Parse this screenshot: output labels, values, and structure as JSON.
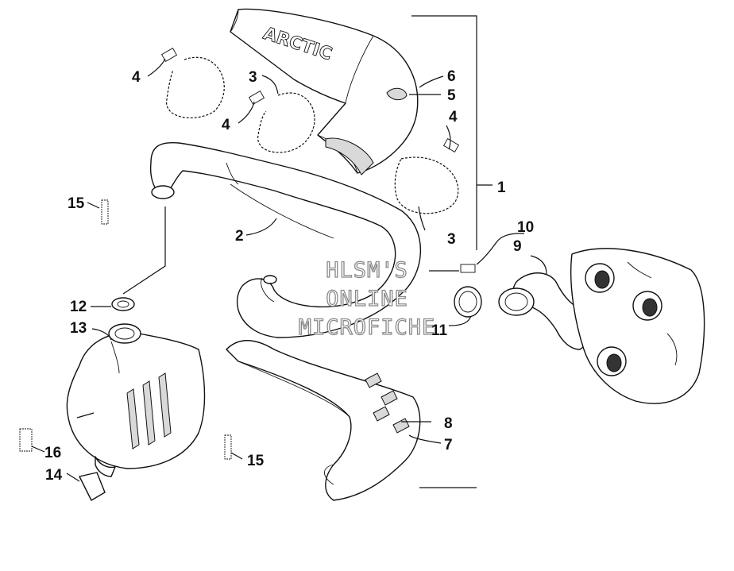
{
  "callouts": {
    "c1": "1",
    "c2": "2",
    "c3a": "3",
    "c3b": "3",
    "c4a": "4",
    "c4b": "4",
    "c4c": "4",
    "c5": "5",
    "c6": "6",
    "c7": "7",
    "c8": "8",
    "c9": "9",
    "c10": "10",
    "c11": "11",
    "c12": "12",
    "c13": "13",
    "c14": "14",
    "c15a": "15",
    "c15b": "15",
    "c16": "16"
  },
  "watermark": {
    "line1": "HLSM'S",
    "line2": "ONLINE",
    "line3": "MICROFICHE"
  },
  "muffler_logo": "ARCTIC"
}
